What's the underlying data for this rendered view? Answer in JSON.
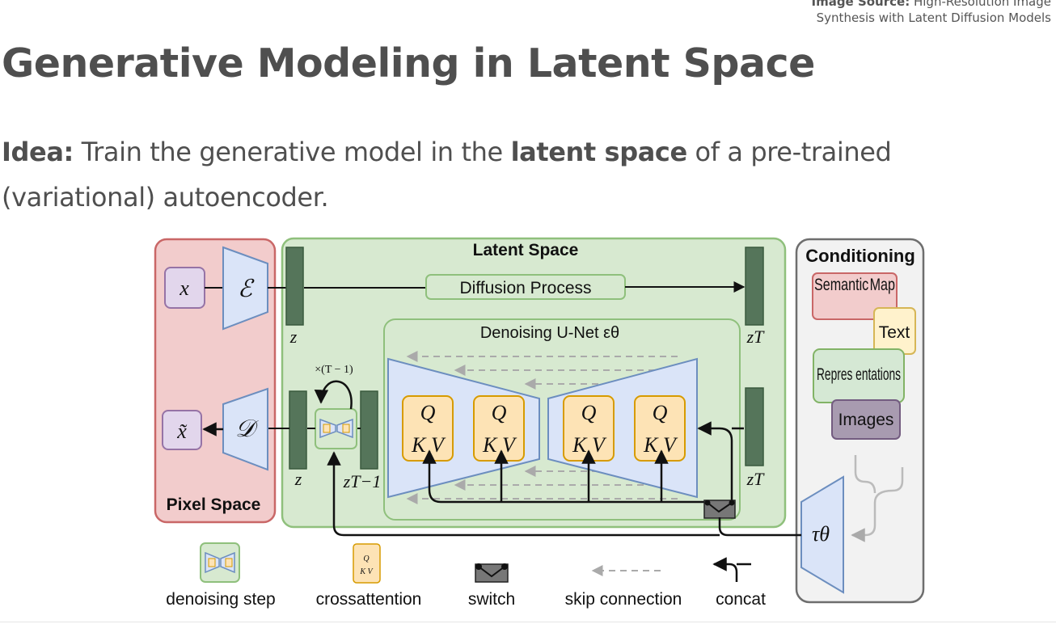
{
  "source": {
    "label": "Image Source:",
    "text": "High-Resolution Image",
    "line2": "Synthesis with Latent Diffusion Models"
  },
  "title": "Generative Modeling in Latent Space",
  "idea": {
    "label": "Idea:",
    "before": " Train the generative model in the ",
    "emph": "latent space",
    "after": " of a pre-trained (variational) autoencoder."
  },
  "figure": {
    "pixel_space": "Pixel Space",
    "latent_space": "Latent Space",
    "conditioning": "Conditioning",
    "diffusion_process": "Diffusion Process",
    "unet_title": "Denoising U-Net εθ",
    "x": "x",
    "x_tilde": "x̃",
    "encoder": "ℰ",
    "decoder": "𝒟",
    "z": "z",
    "z_T": "zT",
    "z_T_minus_1": "zT−1",
    "repeat": "×(T − 1)",
    "tau": "τθ",
    "cond_items": [
      "Semantic Map",
      "Text",
      "Repres entations",
      "Images"
    ],
    "attn_q": "Q",
    "attn_kv": "K V",
    "legend": [
      "denoising step",
      "crossattention",
      "switch",
      "skip connection",
      "concat"
    ]
  },
  "colors": {
    "pixel_fill": "#f2cccc",
    "pixel_stroke": "#c96767",
    "latent_fill": "#d7e9d0",
    "latent_stroke": "#8fc07c",
    "cond_fill": "#f2f2f2",
    "cond_stroke": "#6e6e6e",
    "trap_fill": "#dae4f8",
    "trap_stroke": "#6c8ebf",
    "bar": "#55755a",
    "attn_fill": "#fde3b5",
    "attn_stroke": "#d79b00",
    "purple_fill": "#e2d6ec",
    "purple_stroke": "#9673a6"
  }
}
